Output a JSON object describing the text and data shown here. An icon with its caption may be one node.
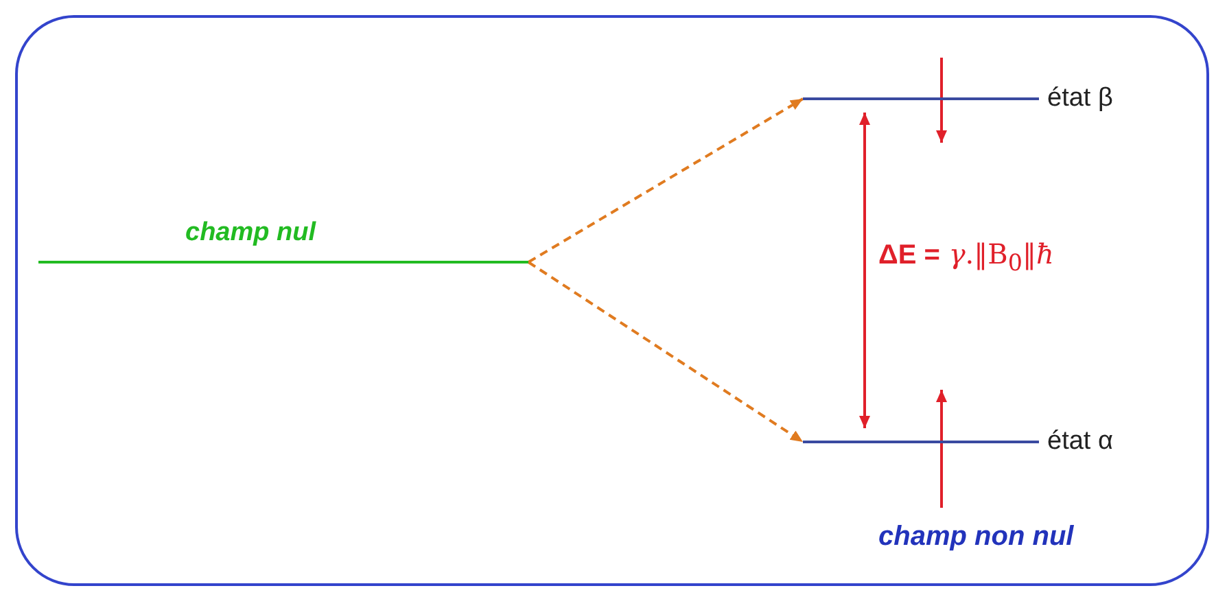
{
  "diagram": {
    "nodes": [
      {
        "text": [
          "champ nul"
        ]
      },
      {
        "text": [
          "état β"
        ]
      },
      {
        "text": [
          "état α"
        ]
      }
    ],
    "edges": [
      {
        "from": 0,
        "to": 1,
        "arrow": "to",
        "style": "dashed",
        "color": "#e07b20"
      },
      {
        "from": 0,
        "to": 2,
        "arrow": "to",
        "style": "dashed",
        "color": "#e07b20"
      },
      {
        "from": 1,
        "to": 2,
        "arrow": "both",
        "label": "**ΔE =** *γ*.‖B$_{0}$‖*ħ*",
        "color": "#e0202a"
      }
    ],
    "labels": [
      "champ non nul"
    ]
  }
}
